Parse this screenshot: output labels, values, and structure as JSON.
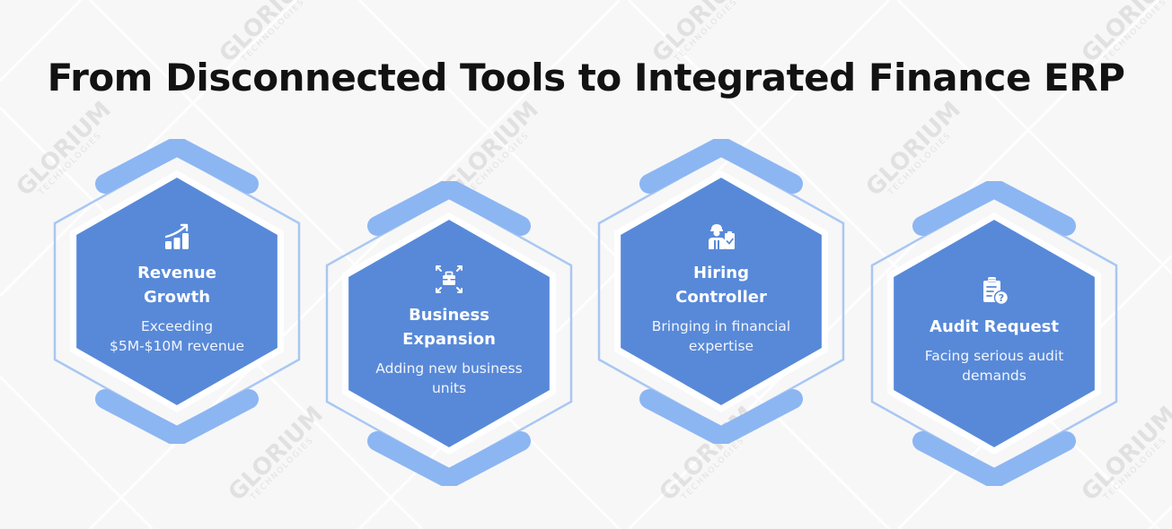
{
  "title": "From Disconnected Tools to Integrated Finance ERP",
  "watermark": {
    "brand": "GLORIUM",
    "sub": "TECHNOLOGIES"
  },
  "colors": {
    "background": "#f7f7f8",
    "hex_fill": "#5889d8",
    "hex_cap": "#8cb6f2",
    "hex_outline": "#a9c7f2",
    "title": "#121212",
    "text": "#ffffff"
  },
  "cards": [
    {
      "icon": "growth-chart-icon",
      "title_line1": "Revenue",
      "title_line2": "Growth",
      "desc_line1": "Exceeding",
      "desc_line2": "$5M-$10M revenue"
    },
    {
      "icon": "briefcase-expand-icon",
      "title_line1": "Business",
      "title_line2": "Expansion",
      "desc_line1": "Adding new business",
      "desc_line2": "units"
    },
    {
      "icon": "person-clipboard-icon",
      "title_line1": "Hiring",
      "title_line2": "Controller",
      "desc_line1": "Bringing in financial",
      "desc_line2": "expertise"
    },
    {
      "icon": "clipboard-question-icon",
      "title_line1": "Audit Request",
      "title_line2": "",
      "desc_line1": "Facing serious audit",
      "desc_line2": "demands"
    }
  ]
}
